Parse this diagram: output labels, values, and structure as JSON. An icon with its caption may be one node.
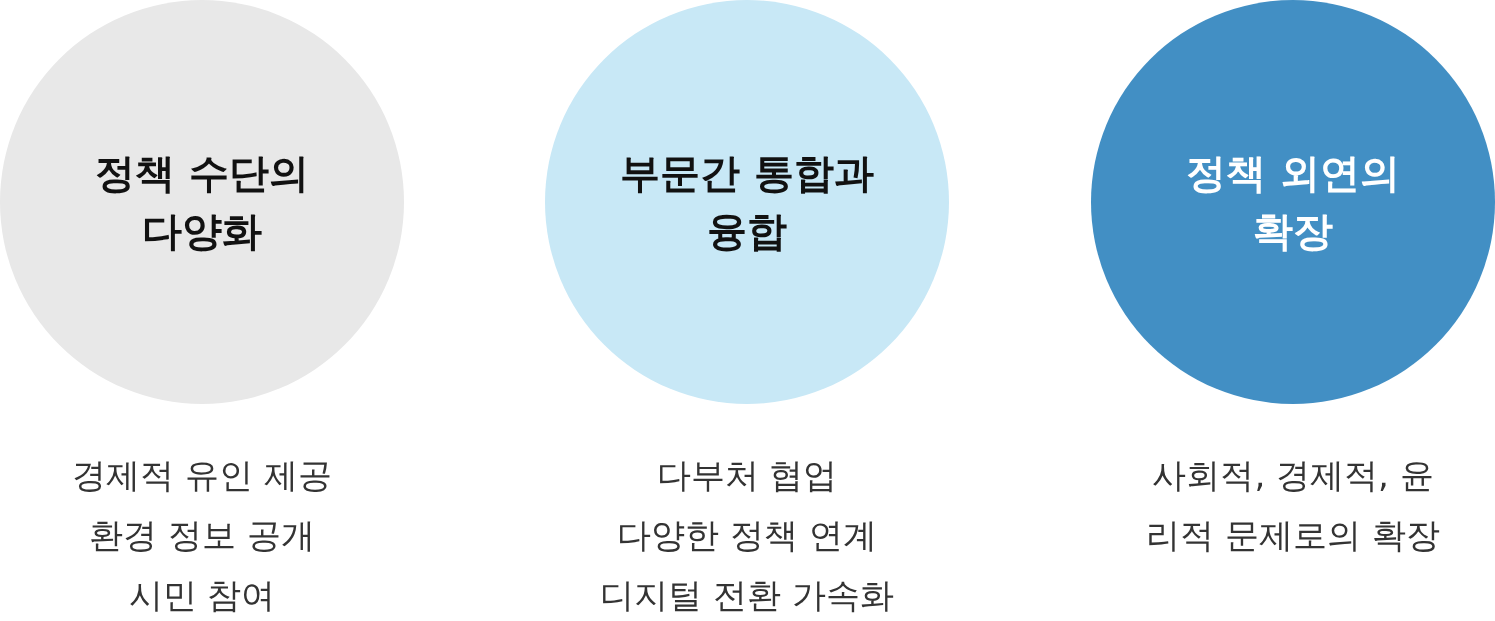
{
  "diagram": {
    "nodes": [
      {
        "text": [
          "정책 수단의 다양화"
        ],
        "beside": [
          "경제적 유인 제공",
          "환경 정보 공개",
          "시민 참여"
        ]
      },
      {
        "text": [
          "부문간 통합과 융합"
        ],
        "beside": [
          "다부처 협업",
          "다양한 정책 연계",
          "디지털 전환 가속화"
        ]
      },
      {
        "text": [
          "정책 외연의 확장"
        ],
        "beside": [
          "사회적, 경제적, 윤리적 문제로의 확장"
        ]
      }
    ]
  }
}
